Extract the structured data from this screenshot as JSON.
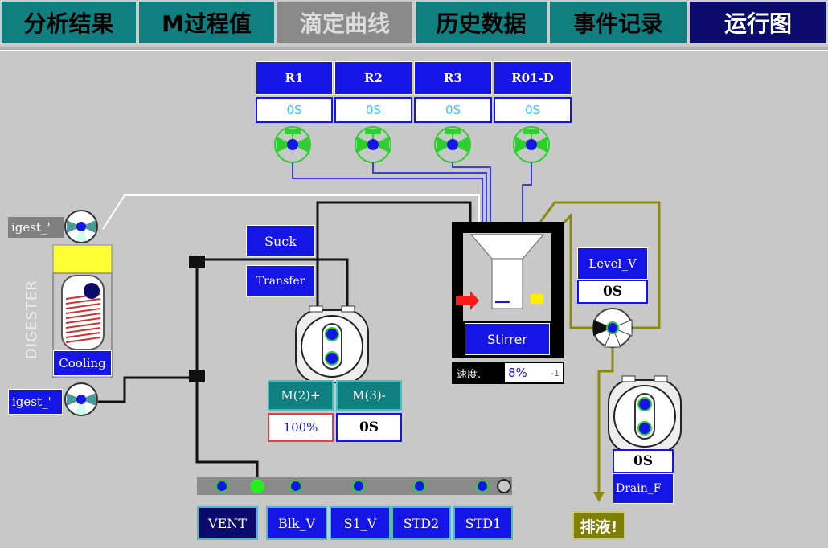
{
  "tabs": [
    {
      "label": "分析结果",
      "state": "teal"
    },
    {
      "label": "M过程值",
      "state": "teal"
    },
    {
      "label": "滴定曲线",
      "state": "gray"
    },
    {
      "label": "历史数据",
      "state": "teal"
    },
    {
      "label": "事件记录",
      "state": "teal"
    },
    {
      "label": "运行图",
      "state": "navy"
    }
  ],
  "reagents": [
    {
      "name": "R1",
      "value": "0S"
    },
    {
      "name": "R2",
      "value": "0S"
    },
    {
      "name": "R3",
      "value": "0S"
    },
    {
      "name": "R01-D",
      "value": "0S"
    }
  ],
  "digester": {
    "label": "DIGESTER",
    "top_valve_label": "igest_'",
    "bottom_valve_label": "igest_'",
    "cooling_label": "Cooling"
  },
  "pump1": {
    "suck_label": "Suck",
    "transfer_label": "Transfer",
    "m2_label": "M(2)+",
    "m3_label": "M(3)-",
    "m2_value": "100%",
    "m3_value": "0S"
  },
  "vessel": {
    "stirrer_label": "Stirrer",
    "speed_label": "速度.",
    "speed_value": "8%",
    "speed_extra": "-1"
  },
  "level": {
    "label": "Level_V",
    "value": "0S"
  },
  "drain": {
    "value": "0S",
    "label": "Drain_F",
    "discharge_label": "排液!"
  },
  "manifold": {
    "valves": [
      "VENT",
      "Blk_V",
      "S1_V",
      "STD2",
      "STD1"
    ]
  },
  "colors": {
    "teal": "#0f7f7f",
    "navy": "#0b0b6e",
    "blue": "#1515e8",
    "green": "#22ee22",
    "olive": "#7f7f00"
  }
}
